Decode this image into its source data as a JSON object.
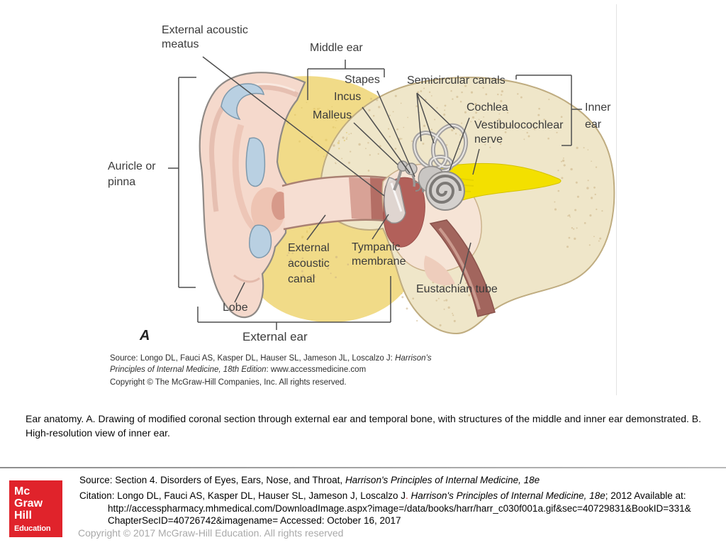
{
  "figure": {
    "labels": {
      "external_acoustic_meatus": "External acoustic\nmeatus",
      "middle_ear": "Middle ear",
      "stapes": "Stapes",
      "incus": "Incus",
      "malleus": "Malleus",
      "semicircular_canals": "Semicircular canals",
      "cochlea": "Cochlea",
      "vestibulocochlear_nerve": "Vestibulocochlear\nnerve",
      "inner_ear": "Inner\near",
      "auricle_or_pinna": "Auricle or\npinna",
      "external_acoustic_canal": "External\nacoustic\ncanal",
      "tympanic_membrane": "Tympanic\nmembrane",
      "eustachian_tube": "Eustachian tube",
      "lobe": "Lobe",
      "panel": "A",
      "external_ear": "External ear"
    },
    "source_line1_regular": "Source: Longo DL, Fauci AS, Kasper DL, Hauser SL, Jameson JL, Loscalzo J: ",
    "source_line1_italic": "Harrison’s",
    "source_line2_italic": "Principles of Internal Medicine, 18th Edition",
    "source_line2_regular": ": www.accessmedicine.com",
    "copyright": "Copyright © The McGraw-Hill Companies, Inc. All rights reserved."
  },
  "caption": {
    "line1": "Ear anatomy. A. Drawing of modified coronal section through external ear and temporal bone, with structures of the middle and inner ear demonstrated. B.",
    "line2": "High-resolution view of inner ear."
  },
  "footer": {
    "logo": {
      "mc": "Mc",
      "graw": "Graw",
      "hill": "Hill",
      "education": "Education",
      "color": "#E0232B"
    },
    "source_prefix": "Source: Section 4. Disorders of Eyes, Ears, Nose, and Throat, ",
    "source_italic": "Harrison's Principles of Internal Medicine, 18e",
    "citation_prefix": "Citation: Longo DL, Fauci AS, Kasper DL, Hauser SL, Jameson J, Loscalzo J",
    "citation_dot": ". ",
    "citation_dot_color": "#C42127",
    "citation_italic": "Harrison's Principles of Internal Medicine, 18e",
    "citation_suffix": "; 2012 Available at:",
    "citation_url_line1": "http://accesspharmacy.mhmedical.com/DownloadImage.aspx?image=/data/books/harr/harr_c030f001a.gif&sec=40729831&BookID=331&",
    "citation_url_line2": "ChapterSecID=40726742&imagename= Accessed: October 16, 2017",
    "copyright": "Copyright © 2017 McGraw-Hill Education. All rights reserved",
    "copyright_color": "#a9a9a9"
  }
}
